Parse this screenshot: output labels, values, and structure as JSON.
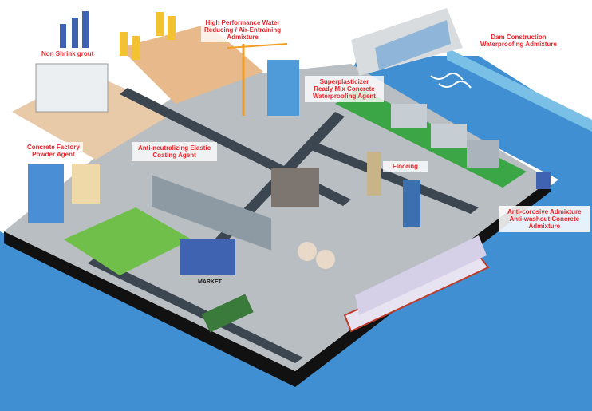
{
  "labels": {
    "non_shrink": [
      "Non Shrink grout"
    ],
    "high_performance": [
      "High Performance Water",
      "Reducing / Air-Entraining",
      "Admixture"
    ],
    "concrete_factory": [
      "Concrete Factory",
      "Powder Agent"
    ],
    "anti_neutralizing": [
      "Anti-neutralizing Elastic",
      "Coating Agent"
    ],
    "superplasticizer": [
      "Superplasticizer",
      "Ready Mix Concrete",
      "Waterproofing Agent"
    ],
    "dam": [
      "Dam Construction",
      "Waterproofing Admixture"
    ],
    "flooring": [
      "Flooring"
    ],
    "anti_corrosive": [
      "Anti-corosive Admixture",
      "Anti-washout Concrete",
      "Admixture"
    ]
  },
  "signs": {
    "market": "MARKET"
  },
  "colors": {
    "label_text": "#e8262b",
    "water": "#3f8fd2",
    "water_light": "#79bfe6",
    "platform_edge": "#111111",
    "ground": "#9aa3a8",
    "grass": "#3aa645",
    "road": "#3b4650"
  }
}
